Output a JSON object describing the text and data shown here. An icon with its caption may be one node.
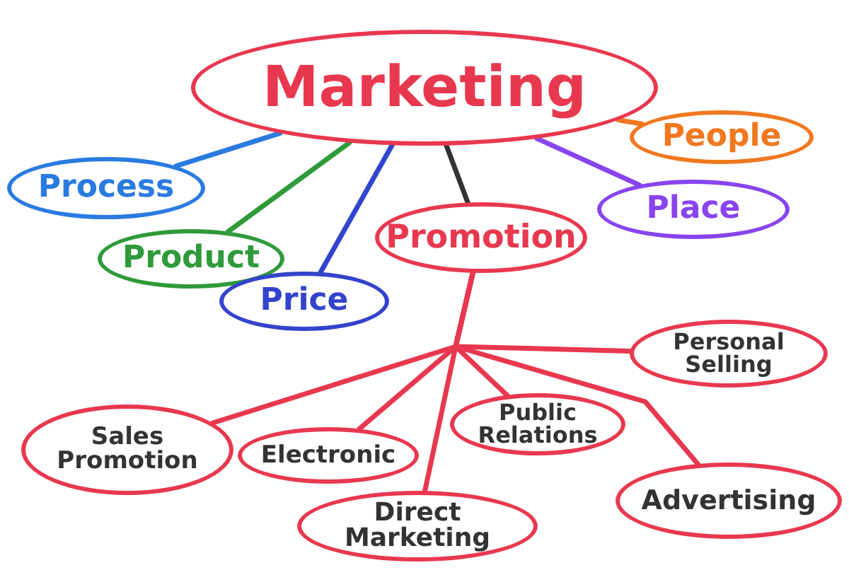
{
  "diagram": {
    "nodes": [
      {
        "text": [
          "Marketing"
        ]
      },
      {
        "text": [
          "People"
        ]
      },
      {
        "text": [
          "Process"
        ]
      },
      {
        "text": [
          "Product"
        ]
      },
      {
        "text": [
          "Price"
        ]
      },
      {
        "text": [
          "Promotion"
        ]
      },
      {
        "text": [
          "Place"
        ]
      },
      {
        "text": [
          "Personal Selling"
        ]
      },
      {
        "text": [
          "Sales Promotion"
        ]
      },
      {
        "text": [
          "Electronic"
        ]
      },
      {
        "text": [
          "Public Relations"
        ]
      },
      {
        "text": [
          "Direct Marketing"
        ]
      },
      {
        "text": [
          "Advertising"
        ]
      }
    ],
    "edges": [
      {
        "from": 0,
        "to": 1,
        "arrow": "none",
        "color": "#f07820"
      },
      {
        "from": 0,
        "to": 2,
        "arrow": "none",
        "color": "#2a7be0"
      },
      {
        "from": 0,
        "to": 3,
        "arrow": "none",
        "color": "#2f9a3a"
      },
      {
        "from": 0,
        "to": 4,
        "arrow": "none",
        "color": "#3344cc"
      },
      {
        "from": 0,
        "to": 5,
        "arrow": "none",
        "color": "#333333"
      },
      {
        "from": 0,
        "to": 6,
        "arrow": "none",
        "color": "#8844ee"
      },
      {
        "from": 5,
        "to": 7,
        "arrow": "none"
      },
      {
        "from": 5,
        "to": 8,
        "arrow": "none"
      },
      {
        "from": 5,
        "to": 9,
        "arrow": "none"
      },
      {
        "from": 5,
        "to": 10,
        "arrow": "none"
      },
      {
        "from": 5,
        "to": 11,
        "arrow": "none"
      },
      {
        "from": 5,
        "to": 12,
        "arrow": "none"
      }
    ]
  }
}
